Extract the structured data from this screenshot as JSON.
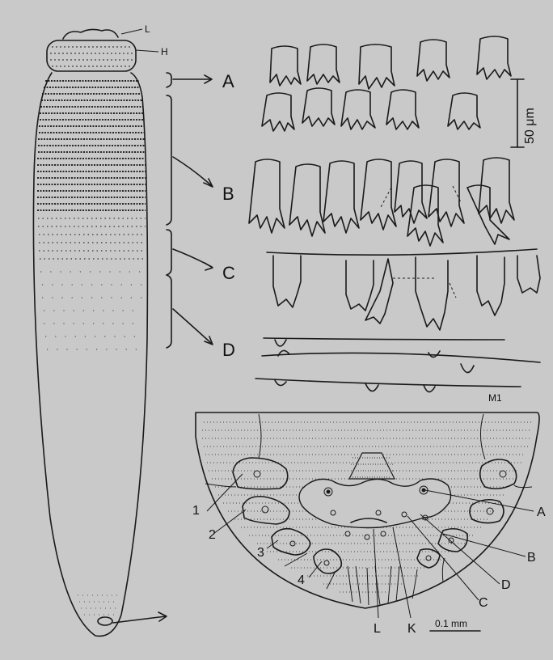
{
  "figure": {
    "scolex_labels": {
      "l": "L",
      "h": "H"
    },
    "region_labels": [
      "A",
      "B",
      "C",
      "D"
    ],
    "scale_bar_top": "50 μm",
    "artist_initials": "M1",
    "disc_left_labels": [
      "1",
      "2",
      "3",
      "4"
    ],
    "disc_right_labels": [
      "A",
      "B",
      "D",
      "C"
    ],
    "disc_bottom_labels": [
      "L",
      "K"
    ],
    "scale_bar_bottom": "0.1 mm"
  }
}
